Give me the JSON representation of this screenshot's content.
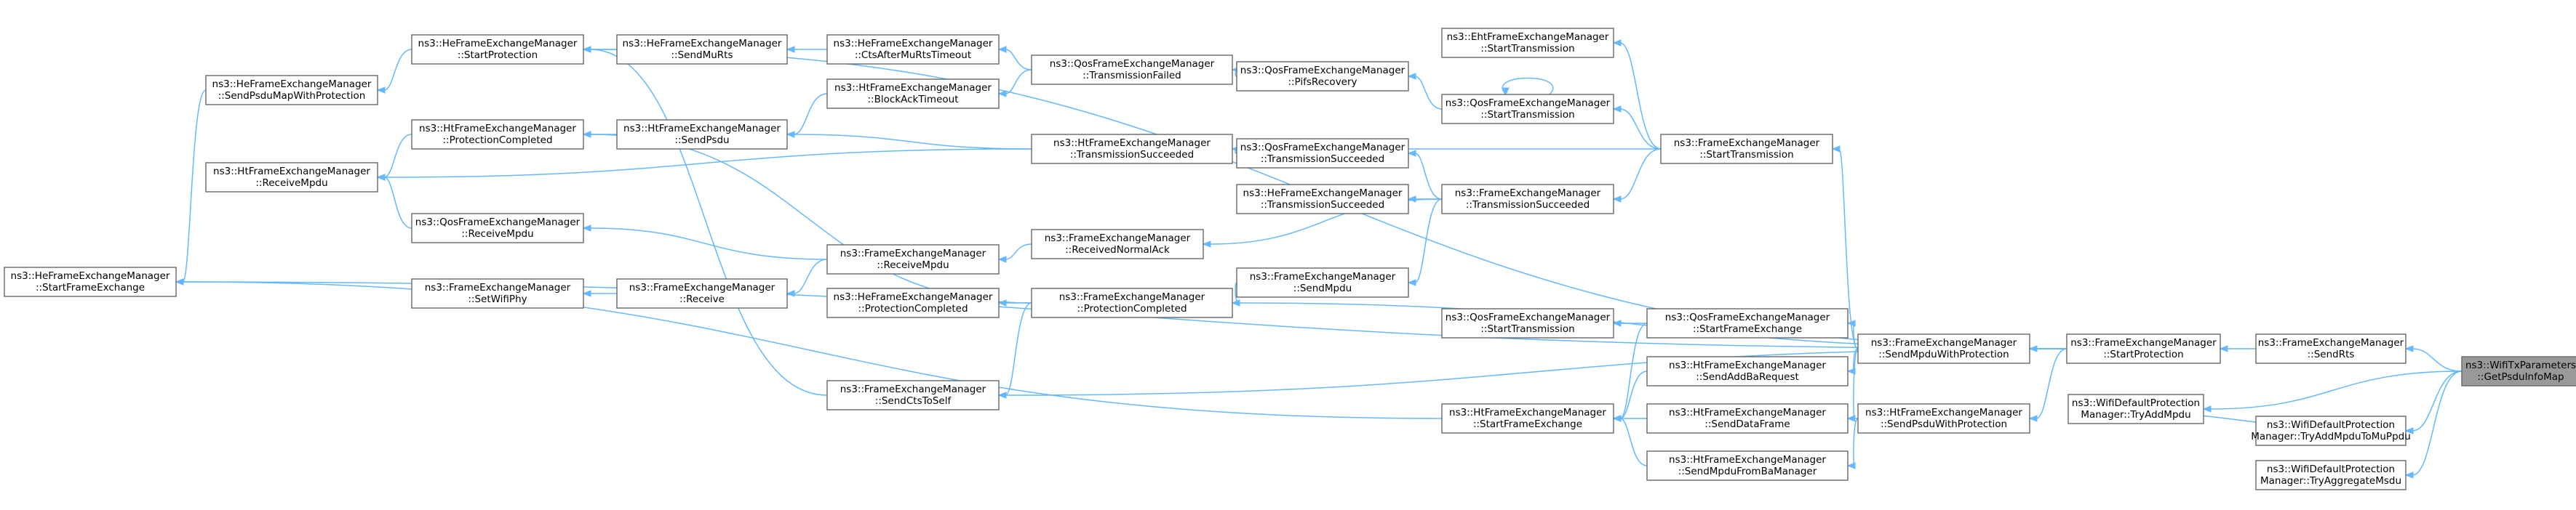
{
  "graph": {
    "title": "",
    "nodes": [
      {
        "id": "n0",
        "line1": "ns3::WifiTxParameters",
        "line2": "::GetPsduInfoMap",
        "highlight": true
      },
      {
        "id": "n1",
        "line1": "ns3::FrameExchangeManager",
        "line2": "::SendRts"
      },
      {
        "id": "n2",
        "line1": "ns3::WifiDefaultProtection",
        "line2": "Manager::TryAddMpdu"
      },
      {
        "id": "n3",
        "line1": "ns3::WifiDefaultProtection",
        "line2": "Manager::TryAddMpduToMuPpdu"
      },
      {
        "id": "n4",
        "line1": "ns3::WifiDefaultProtection",
        "line2": "Manager::TryAggregateMsdu"
      },
      {
        "id": "n5",
        "line1": "ns3::FrameExchangeManager",
        "line2": "::StartProtection"
      },
      {
        "id": "n6",
        "line1": "ns3::FrameExchangeManager",
        "line2": "::SendMpduWithProtection"
      },
      {
        "id": "n7",
        "line1": "ns3::HtFrameExchangeManager",
        "line2": "::SendPsduWithProtection"
      },
      {
        "id": "n8",
        "line1": "ns3::FrameExchangeManager",
        "line2": "::StartTransmission"
      },
      {
        "id": "n9",
        "line1": "ns3::QosFrameExchangeManager",
        "line2": "::StartFrameExchange"
      },
      {
        "id": "n10",
        "line1": "ns3::HtFrameExchangeManager",
        "line2": "::SendAddBaRequest"
      },
      {
        "id": "n11",
        "line1": "ns3::HtFrameExchangeManager",
        "line2": "::SendDataFrame"
      },
      {
        "id": "n12",
        "line1": "ns3::HtFrameExchangeManager",
        "line2": "::SendMpduFromBaManager"
      },
      {
        "id": "n13",
        "line1": "ns3::EhtFrameExchangeManager",
        "line2": "::StartTransmission"
      },
      {
        "id": "n14",
        "line1": "ns3::QosFrameExchangeManager",
        "line2": "::StartTransmission"
      },
      {
        "id": "n15",
        "line1": "ns3::FrameExchangeManager",
        "line2": "::TransmissionSucceeded"
      },
      {
        "id": "n16",
        "line1": "ns3::QosFrameExchangeManager",
        "line2": "::StartTransmission"
      },
      {
        "id": "n17",
        "line1": "ns3::HtFrameExchangeManager",
        "line2": "::StartFrameExchange"
      },
      {
        "id": "n18",
        "line1": "ns3::QosFrameExchangeManager",
        "line2": "::PifsRecovery"
      },
      {
        "id": "n19",
        "line1": "ns3::QosFrameExchangeManager",
        "line2": "::TransmissionSucceeded"
      },
      {
        "id": "n20",
        "line1": "ns3::HeFrameExchangeManager",
        "line2": "::TransmissionSucceeded"
      },
      {
        "id": "n21",
        "line1": "ns3::FrameExchangeManager",
        "line2": "::ReceivedNormalAck"
      },
      {
        "id": "n22",
        "line1": "ns3::FrameExchangeManager",
        "line2": "::SendMpdu"
      },
      {
        "id": "n23",
        "line1": "ns3::QosFrameExchangeManager",
        "line2": "::TransmissionFailed"
      },
      {
        "id": "n24",
        "line1": "ns3::HtFrameExchangeManager",
        "line2": "::TransmissionSucceeded"
      },
      {
        "id": "n25",
        "line1": "ns3::FrameExchangeManager",
        "line2": "::ReceiveMpdu"
      },
      {
        "id": "n26",
        "line1": "ns3::FrameExchangeManager",
        "line2": "::ProtectionCompleted"
      },
      {
        "id": "n27",
        "line1": "ns3::HeFrameExchangeManager",
        "line2": "::CtsAfterMuRtsTimeout"
      },
      {
        "id": "n28",
        "line1": "ns3::HtFrameExchangeManager",
        "line2": "::BlockAckTimeout"
      },
      {
        "id": "n29",
        "line1": "ns3::HeFrameExchangeManager",
        "line2": "::ProtectionCompleted"
      },
      {
        "id": "n30",
        "line1": "ns3::FrameExchangeManager",
        "line2": "::SendCtsToSelf"
      },
      {
        "id": "n31",
        "line1": "ns3::HeFrameExchangeManager",
        "line2": "::SendMuRts"
      },
      {
        "id": "n32",
        "line1": "ns3::HtFrameExchangeManager",
        "line2": "::SendPsdu"
      },
      {
        "id": "n33",
        "line1": "ns3::FrameExchangeManager",
        "line2": "::Receive"
      },
      {
        "id": "n34",
        "line1": "ns3::HeFrameExchangeManager",
        "line2": "::StartProtection"
      },
      {
        "id": "n35",
        "line1": "ns3::HtFrameExchangeManager",
        "line2": "::ProtectionCompleted"
      },
      {
        "id": "n36",
        "line1": "ns3::QosFrameExchangeManager",
        "line2": "::ReceiveMpdu"
      },
      {
        "id": "n37",
        "line1": "ns3::FrameExchangeManager",
        "line2": "::SetWifiPhy"
      },
      {
        "id": "n38",
        "line1": "ns3::HeFrameExchangeManager",
        "line2": "::SendPsduMapWithProtection"
      },
      {
        "id": "n39",
        "line1": "ns3::HtFrameExchangeManager",
        "line2": "::ReceiveMpdu"
      },
      {
        "id": "n40",
        "line1": "ns3::HeFrameExchangeManager",
        "line2": "::StartFrameExchange"
      }
    ],
    "edges": [
      [
        "n1",
        "n0"
      ],
      [
        "n2",
        "n0"
      ],
      [
        "n3",
        "n0"
      ],
      [
        "n4",
        "n0"
      ],
      [
        "n3",
        "n2"
      ],
      [
        "n5",
        "n1"
      ],
      [
        "n6",
        "n5"
      ],
      [
        "n7",
        "n5"
      ],
      [
        "n34",
        "n5"
      ],
      [
        "n40",
        "n5"
      ],
      [
        "n26",
        "n5"
      ],
      [
        "n30",
        "n5"
      ],
      [
        "n8",
        "n6"
      ],
      [
        "n9",
        "n6"
      ],
      [
        "n10",
        "n6"
      ],
      [
        "n11",
        "n6"
      ],
      [
        "n11",
        "n7"
      ],
      [
        "n12",
        "n7"
      ],
      [
        "n13",
        "n8"
      ],
      [
        "n14",
        "n8"
      ],
      [
        "n15",
        "n8"
      ],
      [
        "n24",
        "n8"
      ],
      [
        "n16",
        "n9"
      ],
      [
        "n17",
        "n9"
      ],
      [
        "n17",
        "n10"
      ],
      [
        "n17",
        "n11"
      ],
      [
        "n17",
        "n12"
      ],
      [
        "n14",
        "n14"
      ],
      [
        "n18",
        "n14"
      ],
      [
        "n19",
        "n15"
      ],
      [
        "n20",
        "n15"
      ],
      [
        "n21",
        "n15"
      ],
      [
        "n22",
        "n15"
      ],
      [
        "n23",
        "n18"
      ],
      [
        "n24",
        "n19"
      ],
      [
        "n26",
        "n22"
      ],
      [
        "n27",
        "n23"
      ],
      [
        "n28",
        "n23"
      ],
      [
        "n32",
        "n24"
      ],
      [
        "n39",
        "n24"
      ],
      [
        "n25",
        "n21"
      ],
      [
        "n29",
        "n26"
      ],
      [
        "n30",
        "n26"
      ],
      [
        "n35",
        "n26"
      ],
      [
        "n31",
        "n27"
      ],
      [
        "n32",
        "n28"
      ],
      [
        "n33",
        "n25"
      ],
      [
        "n36",
        "n25"
      ],
      [
        "n34",
        "n31"
      ],
      [
        "n35",
        "n32"
      ],
      [
        "n37",
        "n33"
      ],
      [
        "n38",
        "n34"
      ],
      [
        "n39",
        "n35"
      ],
      [
        "n39",
        "n36"
      ],
      [
        "n40",
        "n38"
      ],
      [
        "n40",
        "n17"
      ],
      [
        "n34",
        "n30"
      ]
    ]
  }
}
